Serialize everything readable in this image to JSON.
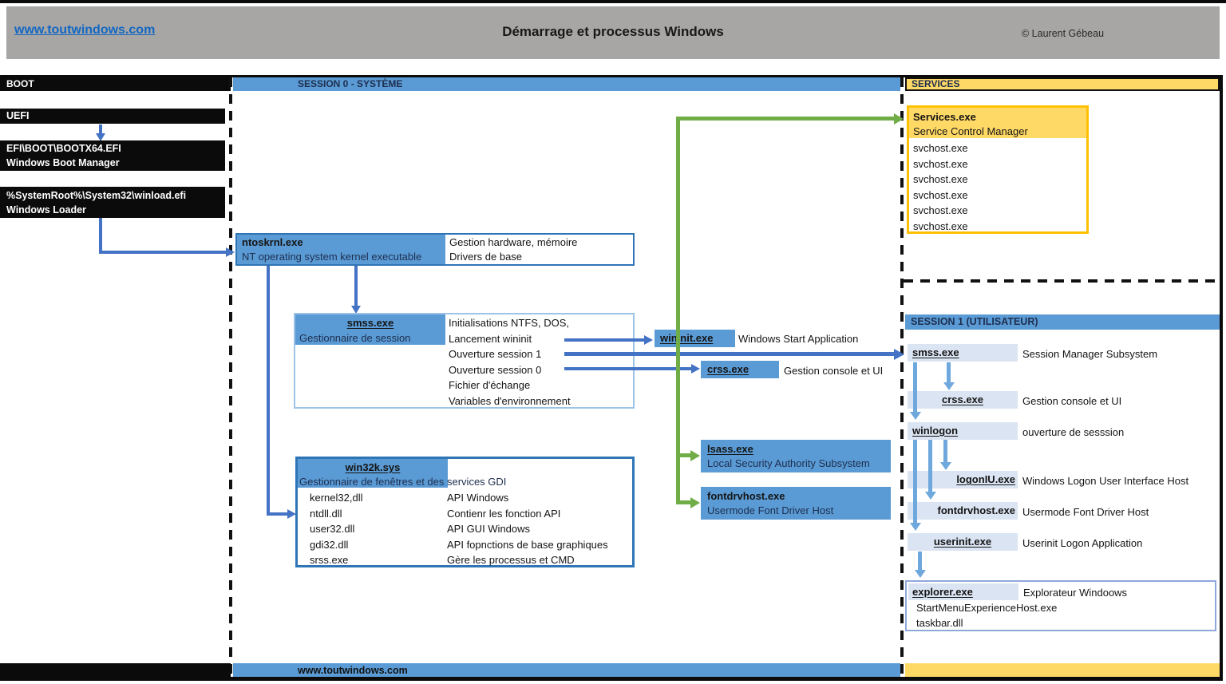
{
  "header": {
    "site_link": "www.toutwindows.com",
    "title": "Démarrage et processus Windows",
    "copyright": "© Laurent Gébeau"
  },
  "boot": {
    "header": "BOOT",
    "uefi": "UEFI",
    "boot_manager_line1": "EFI\\BOOT\\BOOTX64.EFI",
    "boot_manager_line2": "Windows Boot Manager",
    "loader_line1": "%SystemRoot%\\System32\\winload.efi",
    "loader_line2": "Windows Loader"
  },
  "session0": {
    "header": "SESSION 0 - SYSTÈME",
    "footer": "www.toutwindows.com",
    "ntoskrnl": {
      "name": "ntoskrnl.exe",
      "desc": "NT operating system kernel executable",
      "note1": "Gestion hardware, mémoire",
      "note2": "Drivers de base"
    },
    "smss": {
      "name": "smss.exe",
      "desc": "Gestionnaire de session",
      "actions": [
        "Initialisations NTFS, DOS,",
        "Lancement wininit",
        "Ouverture session 1",
        "Ouverture session 0",
        "Fichier d'échange",
        "Variables d'environnement"
      ]
    },
    "win32k": {
      "name": "win32k.sys",
      "desc": "Gestionnaire de fenêtres et des services GDI",
      "modules": [
        {
          "file": "kernel32,dll",
          "role": "API Windows"
        },
        {
          "file": "ntdll.dll",
          "role": "Contienr les fonction API"
        },
        {
          "file": "user32.dll",
          "role": "API GUI Windows"
        },
        {
          "file": "gdi32.dll",
          "role": "API fopnctions de base graphiques"
        },
        {
          "file": "srss.exe",
          "role": "Gère les processus et CMD"
        }
      ]
    },
    "wininit": {
      "name": "wininit.exe",
      "desc": "Windows Start Application"
    },
    "crss": {
      "name": "crss.exe",
      "desc": "Gestion console et UI"
    },
    "lsass": {
      "name": "lsass.exe",
      "desc": "Local Security Authority Subsystem"
    },
    "fontdrvhost": {
      "name": "fontdrvhost.exe",
      "desc": "Usermode Font Driver Host"
    }
  },
  "services": {
    "header": "SERVICES",
    "scm_name": "Services.exe",
    "scm_desc": "Service Control Manager",
    "children": [
      "svchost.exe",
      "svchost.exe",
      "svchost.exe",
      "svchost.exe",
      "svchost.exe",
      "svchost.exe"
    ]
  },
  "session1": {
    "header": "SESSION 1 (UTILISATEUR)",
    "processes": [
      {
        "name": "smss.exe",
        "desc": "Session Manager Subsystem"
      },
      {
        "name": "crss.exe",
        "desc": "Gestion console et UI"
      },
      {
        "name": "winlogon",
        "desc": "ouverture de sesssion"
      },
      {
        "name": "logonIU.exe",
        "desc": "Windows Logon User Interface Host"
      },
      {
        "name": "fontdrvhost.exe",
        "desc": "Usermode Font Driver Host"
      },
      {
        "name": "userinit.exe",
        "desc": "Userinit Logon Application"
      }
    ],
    "explorer": {
      "name": "explorer.exe",
      "desc": "Explorateur Windoows",
      "children": [
        "StartMenuExperienceHost.exe",
        "taskbar.dll"
      ]
    }
  },
  "colors": {
    "accent_blue": "#5b9bd5",
    "arrow_blue": "#4472c4",
    "arrow_blue_light": "#6fa8dc",
    "green": "#70ad47",
    "yellow": "#ffd966",
    "yellow_border": "#ffc000",
    "light_box": "#dbe4f2",
    "header_gray": "#a8a6a4"
  }
}
